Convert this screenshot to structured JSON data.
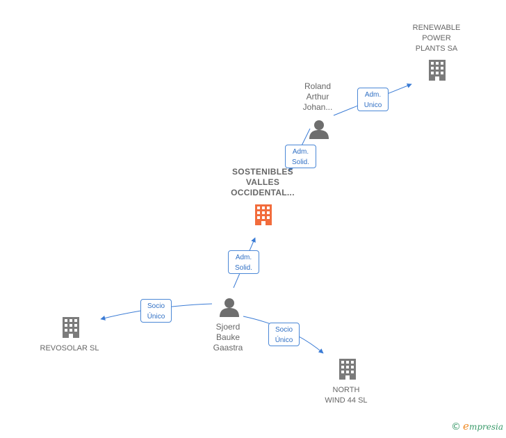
{
  "nodes": {
    "renewable": {
      "label": "RENEWABLE\nPOWER\nPLANTS SA",
      "kind": "company"
    },
    "roland": {
      "label": "Roland\nArthur\nJohan...",
      "kind": "person"
    },
    "sostenibles": {
      "label": "SOSTENIBLES\nVALLES\nOCCIDENTAL...",
      "kind": "company-focus"
    },
    "sjoerd": {
      "label": "Sjoerd\nBauke\nGaastra",
      "kind": "person"
    },
    "revosolar": {
      "label": "REVOSOLAR SL",
      "kind": "company"
    },
    "northwind": {
      "label": "NORTH\nWIND 44  SL",
      "kind": "company"
    }
  },
  "edges": {
    "e1": {
      "label": "Adm.\nUnico",
      "from": "roland",
      "to": "renewable"
    },
    "e2": {
      "label": "Adm.\nSolid.",
      "from": "roland",
      "to": "sostenibles"
    },
    "e3": {
      "label": "Adm.\nSolid.",
      "from": "sjoerd",
      "to": "sostenibles"
    },
    "e4": {
      "label": "Socio\nÚnico",
      "from": "sjoerd",
      "to": "revosolar"
    },
    "e5": {
      "label": "Socio\nÚnico",
      "from": "sjoerd",
      "to": "northwind"
    }
  },
  "colors": {
    "edge": "#3a7bd5",
    "company": "#7b7b7b",
    "focus_company": "#f26c3c",
    "person": "#6e6e6e"
  },
  "brand": {
    "copyright": "©",
    "name_initial": "e",
    "name_rest": "mpresia"
  }
}
